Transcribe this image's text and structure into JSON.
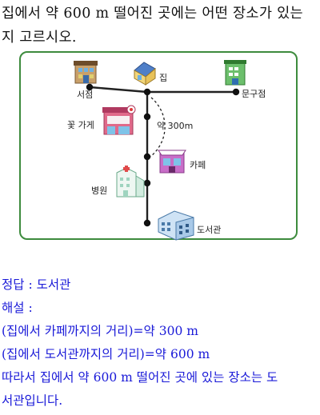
{
  "question": {
    "line1": "집에서 약 600 m 떨어진 곳에는 어떤 장소가 있는",
    "line2": "지 고르시오."
  },
  "map": {
    "labels": {
      "seojeom": "서점",
      "jip": "집",
      "mungujeom": "문구점",
      "kkotgage": "꽃 가게",
      "distance": "약 300m",
      "cafe": "카페",
      "byeongwon": "병원",
      "doseogwan": "도서관"
    },
    "colors": {
      "border": "#3d8b3d",
      "path": "#222222"
    }
  },
  "answer": {
    "jeongdap": "정답 : 도서관",
    "haeseol": "해설 :",
    "line1": "(집에서 카페까지의 거리)=약 300 m",
    "line2": "(집에서 도서관까지의 거리)=약 600 m",
    "line3": "따라서 집에서 약 600 m 떨어진 곳에 있는 장소는 도",
    "line4": "서관입니다."
  }
}
